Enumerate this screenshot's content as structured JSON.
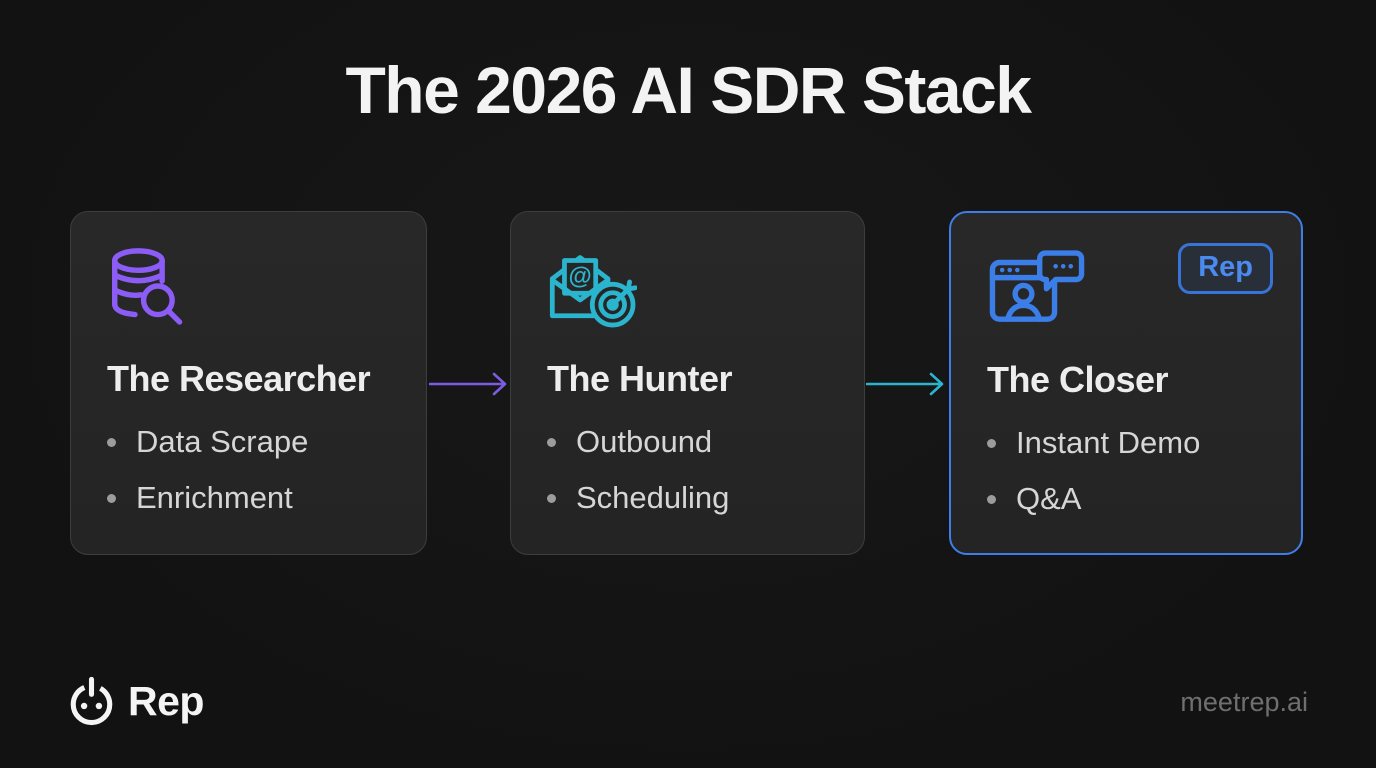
{
  "title": "The 2026 AI SDR Stack",
  "cards": [
    {
      "title": "The Researcher",
      "icon": "database-search-icon",
      "accent_color": "#8B5CF6",
      "bullets": [
        "Data Scrape",
        "Enrichment"
      ]
    },
    {
      "title": "The Hunter",
      "icon": "envelope-target-icon",
      "accent_color": "#2BB4CD",
      "bullets": [
        "Outbound",
        "Scheduling"
      ]
    },
    {
      "title": "The Closer",
      "icon": "video-call-chat-icon",
      "accent_color": "#3B7EE8",
      "badge": "Rep",
      "bullets": [
        "Instant Demo",
        "Q&A"
      ]
    }
  ],
  "arrows": [
    {
      "color": "#7C5CE0"
    },
    {
      "color": "#2BB4CD"
    }
  ],
  "footer": {
    "brand": "Rep",
    "brand_icon": "power-face-logo",
    "website": "meetrep.ai"
  },
  "theme": {
    "background": "#131313",
    "card_background": "#262626",
    "card_border": "#3D3D3D",
    "closer_card_border": "#3E7EE6",
    "title_color": "#F3F3F3",
    "body_text_color": "#D6D6D6",
    "bullet_dot_color": "#9C9C9C",
    "muted_text_color": "#6F6F6F"
  }
}
